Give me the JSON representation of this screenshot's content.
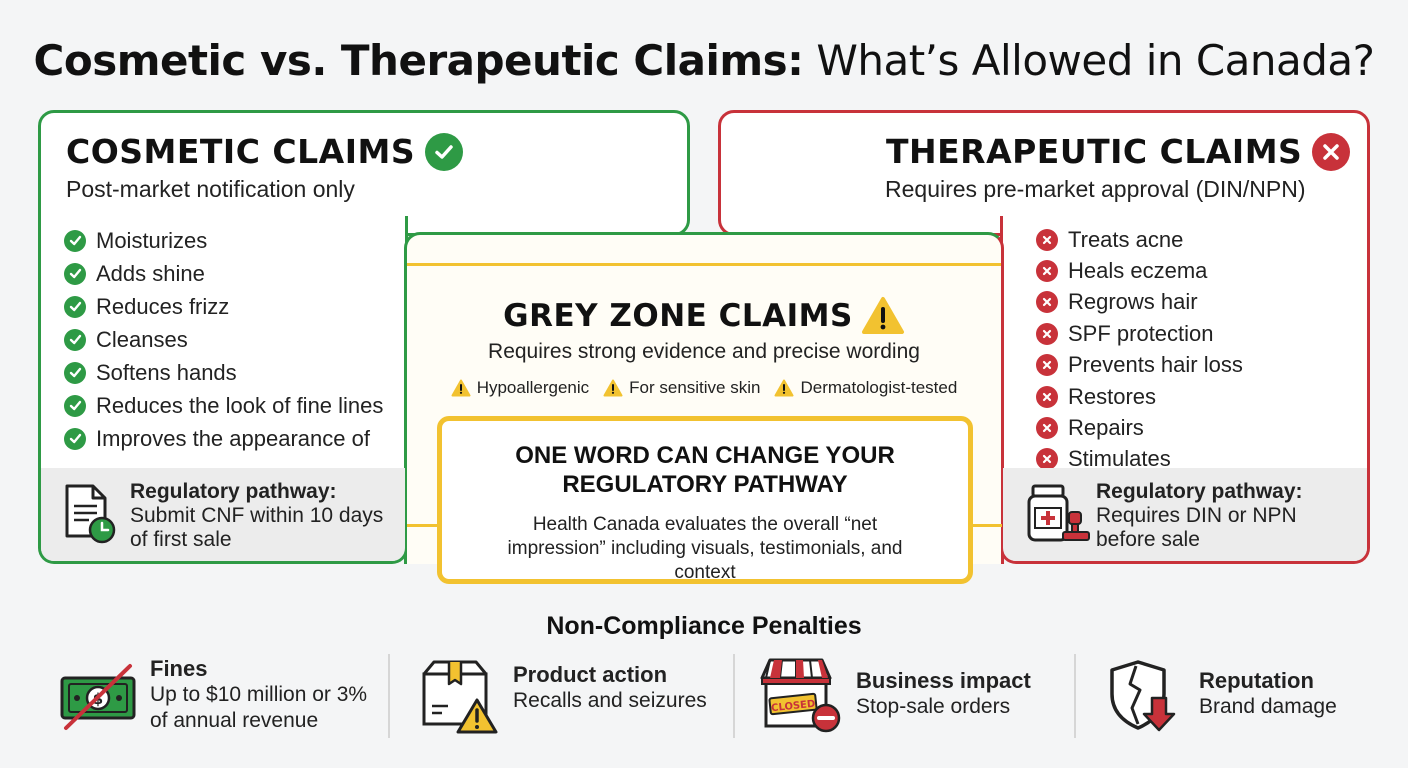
{
  "title": {
    "bold": "Cosmetic vs. Therapeutic Claims:",
    "light": "What’s Allowed in Canada?"
  },
  "cosmetic": {
    "heading": "COSMETIC CLAIMS",
    "subtitle": "Post-market notification only",
    "items": [
      "Moisturizes",
      "Adds shine",
      "Reduces frizz",
      "Cleanses",
      "Softens hands",
      "Reduces the look of fine lines",
      "Improves the appearance of"
    ],
    "pathway_title": "Regulatory pathway:",
    "pathway_text": "Submit CNF within 10 days of first sale",
    "accent": "#2e9a45"
  },
  "therapeutic": {
    "heading": "THERAPEUTIC CLAIMS",
    "subtitle": "Requires pre-market approval (DIN/NPN)",
    "items": [
      "Treats acne",
      "Heals eczema",
      "Regrows hair",
      "SPF protection",
      "Prevents hair loss",
      "Restores",
      "Repairs",
      "Stimulates"
    ],
    "pathway_title": "Regulatory pathway:",
    "pathway_text": "Requires DIN or NPN before sale",
    "accent": "#c8323a"
  },
  "grey": {
    "heading": "GREY ZONE CLAIMS",
    "subtitle": "Requires strong evidence and precise wording",
    "tags": [
      "Hypoallergenic",
      "For sensitive skin",
      "Dermatologist-tested"
    ],
    "accent": "#f2c230"
  },
  "callout": {
    "title": "ONE WORD CAN CHANGE YOUR REGULATORY PATHWAY",
    "text": "Health Canada evaluates the overall “net impression” including visuals, testimonials, and context"
  },
  "penalties": {
    "title": "Non-Compliance Penalties",
    "items": [
      {
        "title": "Fines",
        "text": "Up to $10 million or 3% of annual revenue",
        "icon": "crossed-out-money-icon"
      },
      {
        "title": "Product action",
        "text": "Recalls and seizures",
        "icon": "box-warning-icon"
      },
      {
        "title": "Business impact",
        "text": "Stop-sale orders",
        "icon": "closed-store-icon"
      },
      {
        "title": "Reputation",
        "text": "Brand damage",
        "icon": "broken-shield-icon"
      }
    ],
    "store_sign": "CLOSED"
  }
}
